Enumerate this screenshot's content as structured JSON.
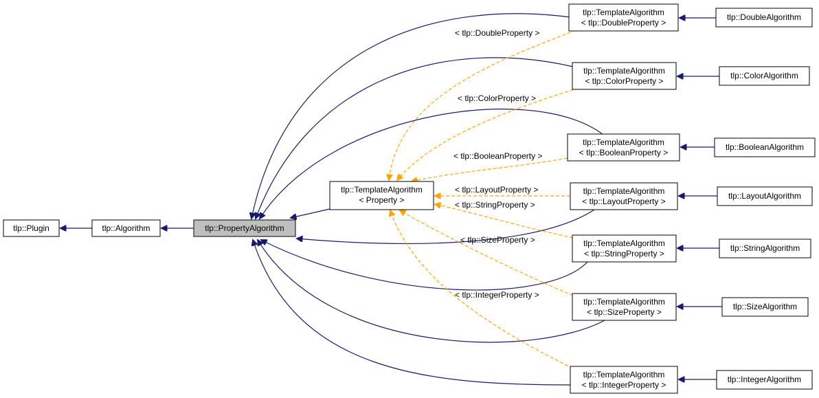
{
  "nodes": {
    "plugin": "tlp::Plugin",
    "algorithm": "tlp::Algorithm",
    "property_algorithm": "tlp::PropertyAlgorithm",
    "template_property": [
      "tlp::TemplateAlgorithm",
      "< Property >"
    ],
    "template_double": [
      "tlp::TemplateAlgorithm",
      "< tlp::DoubleProperty >"
    ],
    "template_color": [
      "tlp::TemplateAlgorithm",
      "< tlp::ColorProperty >"
    ],
    "template_boolean": [
      "tlp::TemplateAlgorithm",
      "< tlp::BooleanProperty >"
    ],
    "template_layout": [
      "tlp::TemplateAlgorithm",
      "< tlp::LayoutProperty >"
    ],
    "template_string": [
      "tlp::TemplateAlgorithm",
      "< tlp::StringProperty >"
    ],
    "template_size": [
      "tlp::TemplateAlgorithm",
      "< tlp::SizeProperty >"
    ],
    "template_integer": [
      "tlp::TemplateAlgorithm",
      "< tlp::IntegerProperty >"
    ],
    "double_algorithm": "tlp::DoubleAlgorithm",
    "color_algorithm": "tlp::ColorAlgorithm",
    "boolean_algorithm": "tlp::BooleanAlgorithm",
    "layout_algorithm": "tlp::LayoutAlgorithm",
    "string_algorithm": "tlp::StringAlgorithm",
    "size_algorithm": "tlp::SizeAlgorithm",
    "integer_algorithm": "tlp::IntegerAlgorithm"
  },
  "edge_labels": {
    "double": "< tlp::DoubleProperty >",
    "color": "< tlp::ColorProperty >",
    "boolean": "< tlp::BooleanProperty >",
    "layout": "< tlp::LayoutProperty >",
    "string": "< tlp::StringProperty >",
    "size": "< tlp::SizeProperty >",
    "integer": "< tlp::IntegerProperty >"
  },
  "colors": {
    "inheritance": "#191970",
    "template_instantiation": "#ffa500",
    "highlight_node": "#bfbfbf"
  }
}
